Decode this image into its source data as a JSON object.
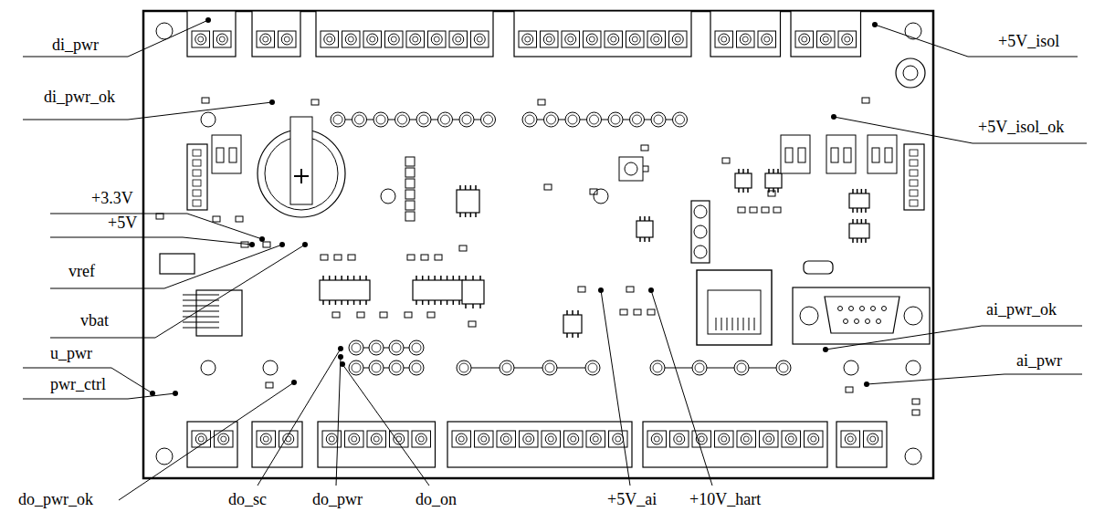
{
  "diagram": {
    "labels": [
      "di_pwr",
      "+5V_isol",
      "di_pwr_ok",
      "+5V_isol_ok",
      "+3.3V",
      "+5V",
      "vref",
      "vbat",
      "ai_pwr_ok",
      "u_pwr",
      "ai_pwr",
      "pwr_ctrl",
      "do_pwr_ok",
      "do_sc",
      "do_pwr",
      "do_on",
      "+5V_ai",
      "+10V_hart"
    ]
  }
}
